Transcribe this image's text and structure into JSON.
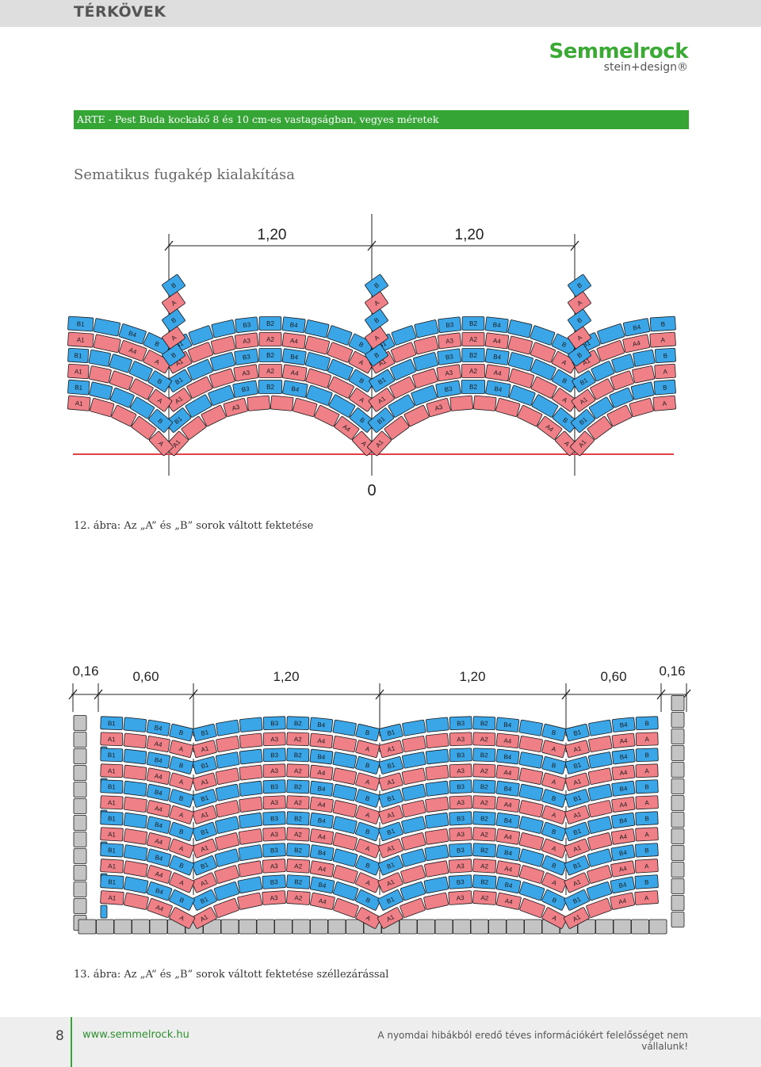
{
  "header": {
    "section_title": "TÉRKÖVEK",
    "brand_name": "Semmelrock",
    "brand_tagline": "stein+design®"
  },
  "product_title": "ARTE - Pest Buda kockakő 8 és 10 cm-es vastagságban, vegyes méretek",
  "subtitle": "Sematikus fugakép kialakítása",
  "figure12": {
    "dimensions": [
      "1,20",
      "1,20"
    ],
    "zero_label": "0",
    "caption": "12. ábra: Az „A” és „B” sorok váltott fektetése"
  },
  "figure13": {
    "dimensions": [
      "0,16",
      "0,60",
      "1,20",
      "1,20",
      "0,60",
      "0,16"
    ],
    "caption": "13. ábra: Az „A” és „B” sorok váltott fektetése széllezárással"
  },
  "stone_labels": {
    "A": "A",
    "A1": "A1",
    "A2": "A2",
    "A3": "A3",
    "A4": "A4",
    "B": "B",
    "B1": "B1",
    "B2": "B2",
    "B3": "B3",
    "B4": "B4"
  },
  "colors": {
    "row_a": "#f08088",
    "row_b": "#3aa6e8",
    "brand_green": "#35a535",
    "edge_stone": "#c4c4c4",
    "baseline": "#e0404a"
  },
  "footer": {
    "page_number": "8",
    "website": "www.semmelrock.hu",
    "disclaimer": "A nyomdai hibákból eredő téves információkért felelősséget nem vállalunk!"
  }
}
